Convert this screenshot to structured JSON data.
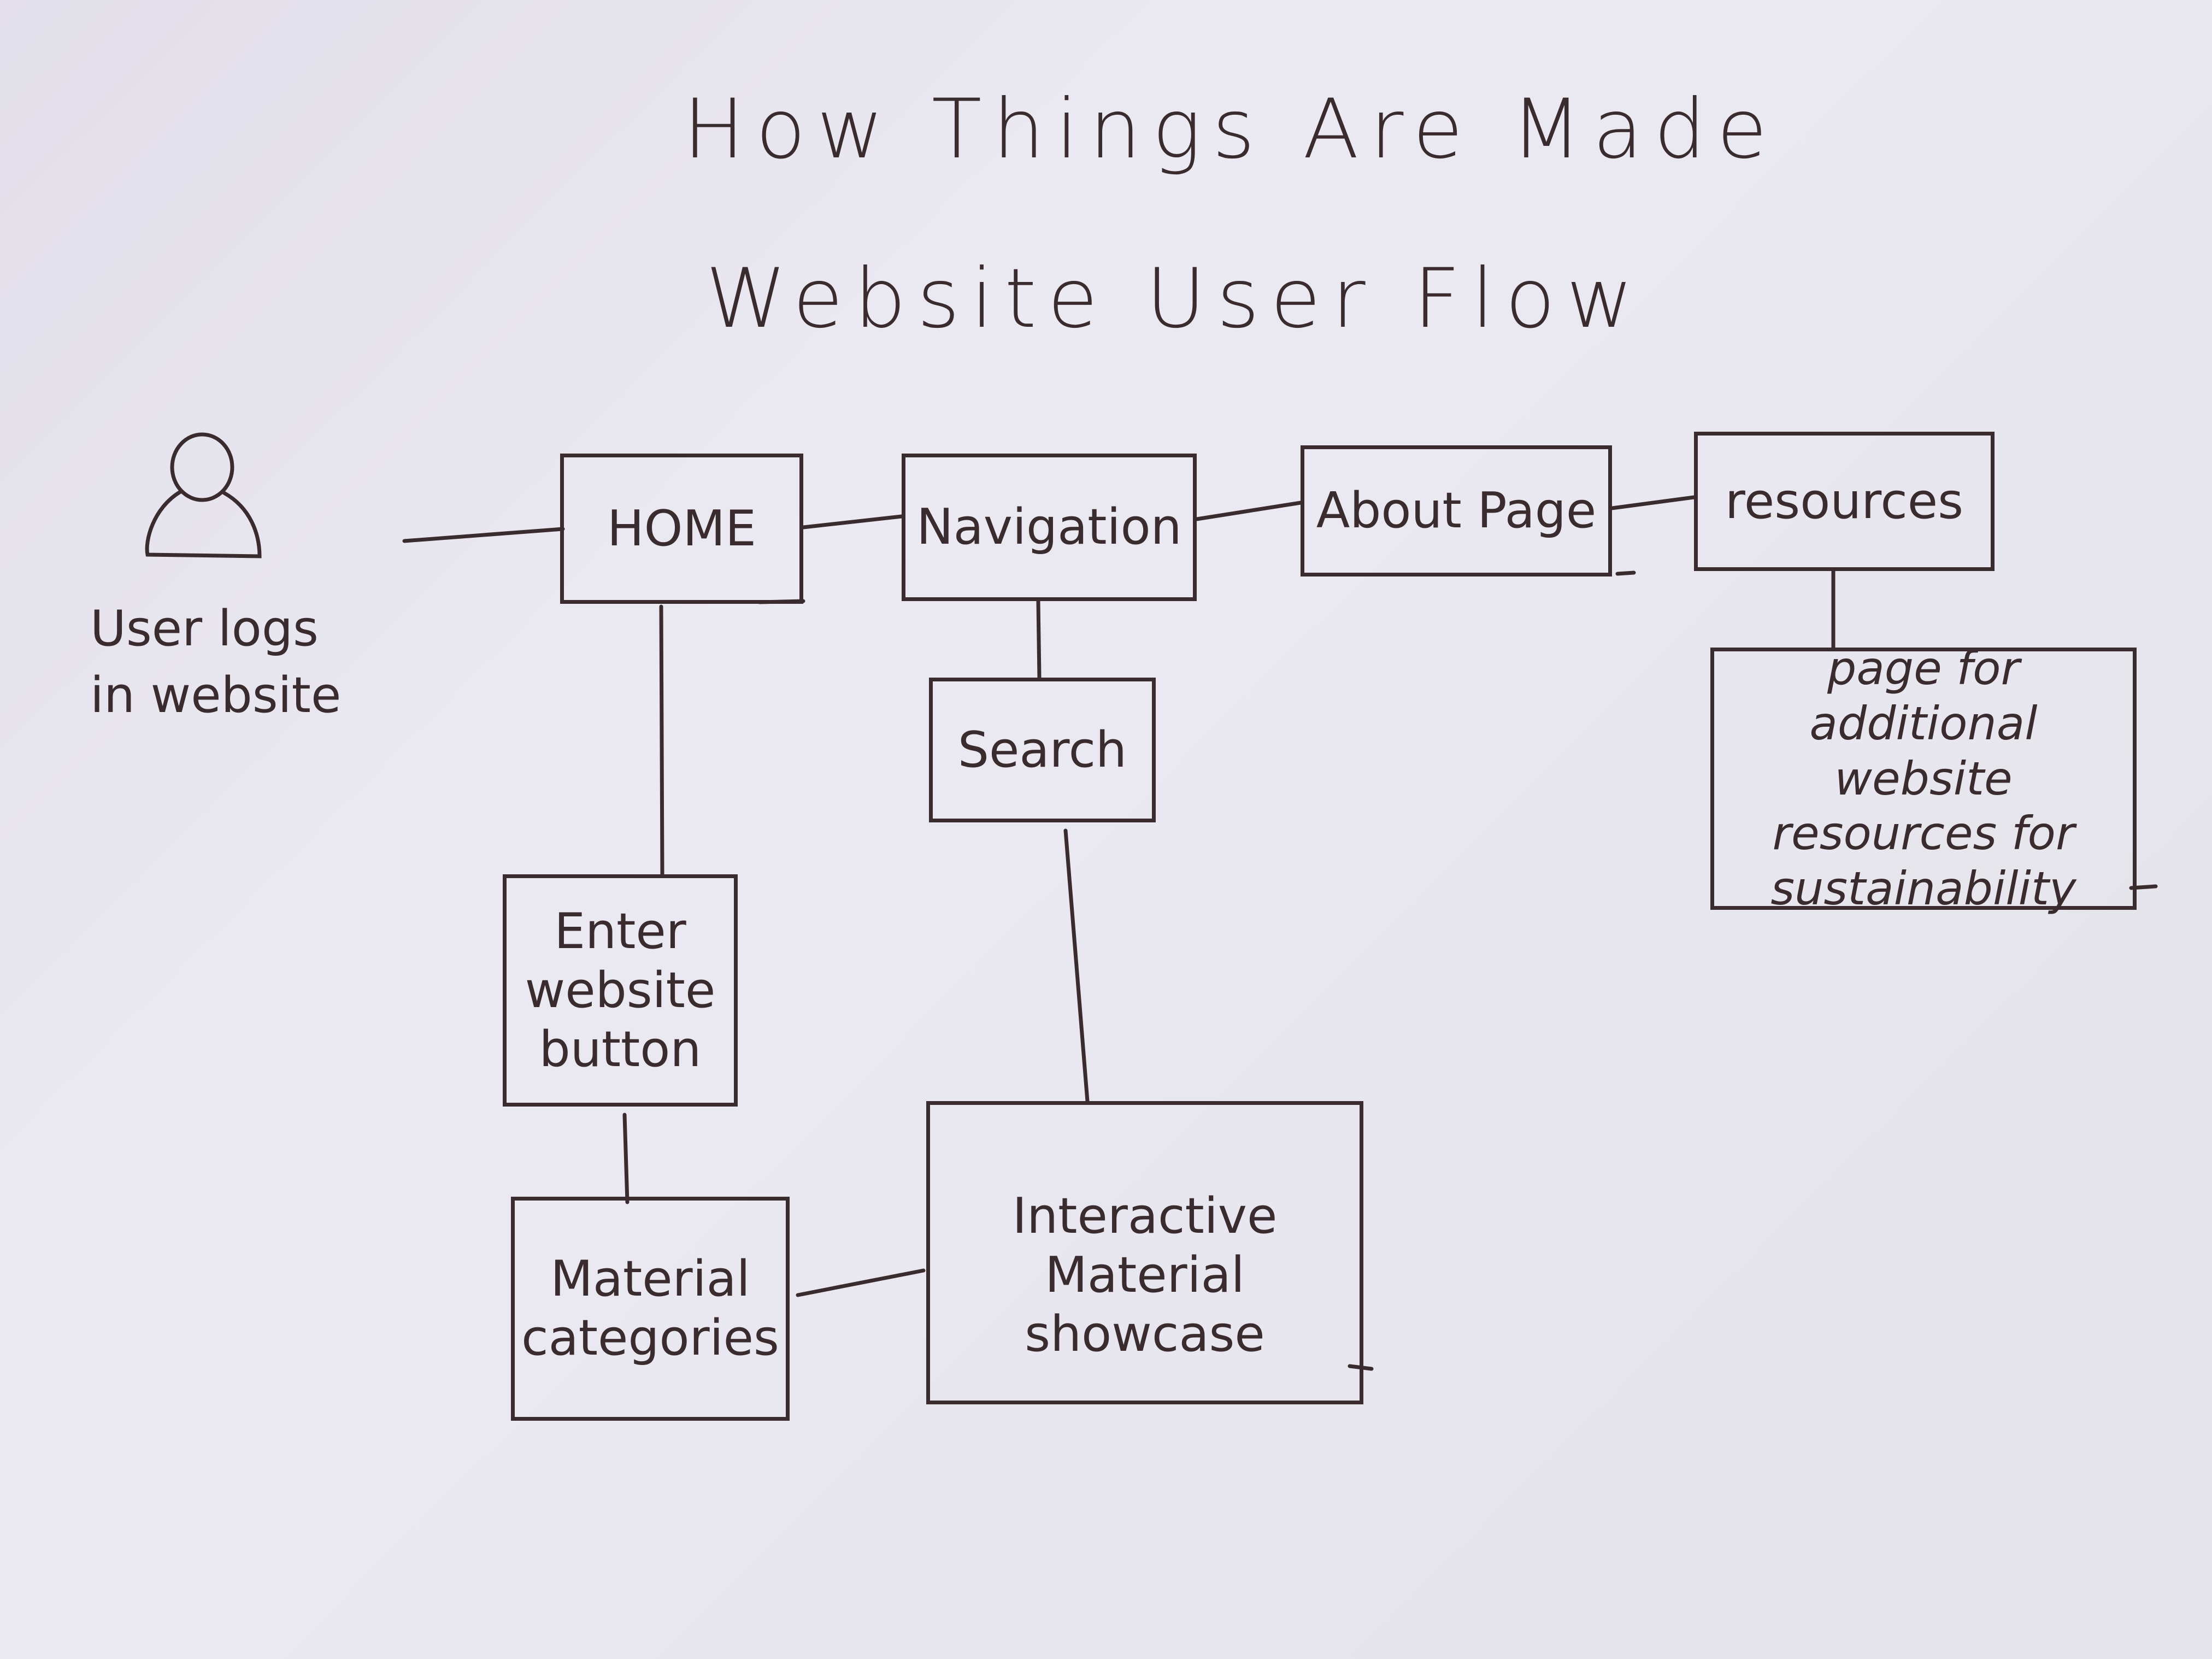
{
  "title": {
    "line1": "How Things Are Made",
    "line2": "Website User Flow"
  },
  "user": {
    "icon": "user-icon",
    "caption_line1": "User logs",
    "caption_line2": "in website"
  },
  "nodes": {
    "home": "HOME",
    "navigation": "Navigation",
    "about": "About Page",
    "resources": "resources",
    "resources_detail": "page for additional website resources for sustainability",
    "search": "Search",
    "enter_button": "Enter website button",
    "material_categories": "Material categories",
    "showcase": "Interactive Material showcase"
  },
  "colors": {
    "ink": "#3a2c2e",
    "paper": "#e8e6ee"
  }
}
